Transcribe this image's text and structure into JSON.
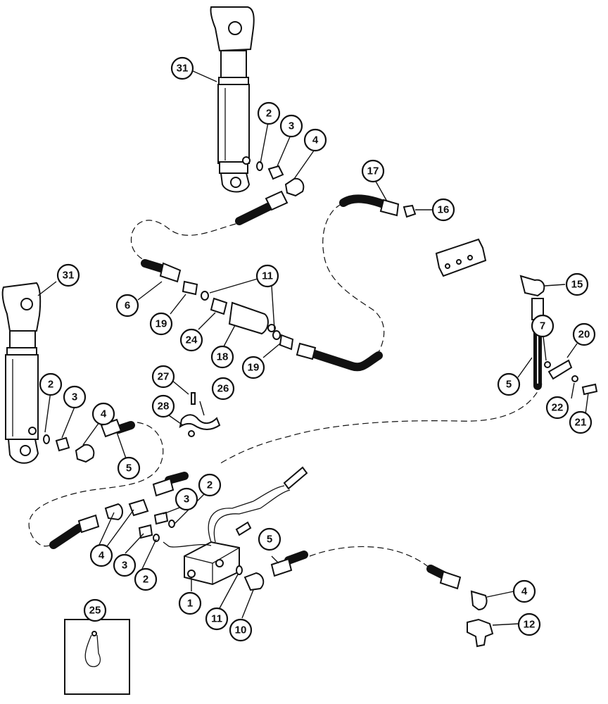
{
  "callouts": [
    {
      "id": "c31a",
      "label": "31"
    },
    {
      "id": "c2a",
      "label": "2"
    },
    {
      "id": "c3a",
      "label": "3"
    },
    {
      "id": "c4a",
      "label": "4"
    },
    {
      "id": "c17",
      "label": "17"
    },
    {
      "id": "c16",
      "label": "16"
    },
    {
      "id": "c31b",
      "label": "31"
    },
    {
      "id": "c15",
      "label": "15"
    },
    {
      "id": "c11a",
      "label": "11"
    },
    {
      "id": "c6",
      "label": "6"
    },
    {
      "id": "c19a",
      "label": "19"
    },
    {
      "id": "c24",
      "label": "24"
    },
    {
      "id": "c18",
      "label": "18"
    },
    {
      "id": "c19b",
      "label": "19"
    },
    {
      "id": "c7",
      "label": "7"
    },
    {
      "id": "c20",
      "label": "20"
    },
    {
      "id": "c5a",
      "label": "5"
    },
    {
      "id": "c27",
      "label": "27"
    },
    {
      "id": "c26",
      "label": "26"
    },
    {
      "id": "c28",
      "label": "28"
    },
    {
      "id": "c22",
      "label": "22"
    },
    {
      "id": "c21",
      "label": "21"
    },
    {
      "id": "c2b",
      "label": "2"
    },
    {
      "id": "c3b",
      "label": "3"
    },
    {
      "id": "c4b",
      "label": "4"
    },
    {
      "id": "c5b",
      "label": "5"
    },
    {
      "id": "c2c",
      "label": "2"
    },
    {
      "id": "c3c",
      "label": "3"
    },
    {
      "id": "c4c",
      "label": "4"
    },
    {
      "id": "c3d",
      "label": "3"
    },
    {
      "id": "c2d",
      "label": "2"
    },
    {
      "id": "c5c",
      "label": "5"
    },
    {
      "id": "c1",
      "label": "1"
    },
    {
      "id": "c11b",
      "label": "11"
    },
    {
      "id": "c10",
      "label": "10"
    },
    {
      "id": "c4d",
      "label": "4"
    },
    {
      "id": "c12",
      "label": "12"
    },
    {
      "id": "c25",
      "label": "25"
    }
  ]
}
